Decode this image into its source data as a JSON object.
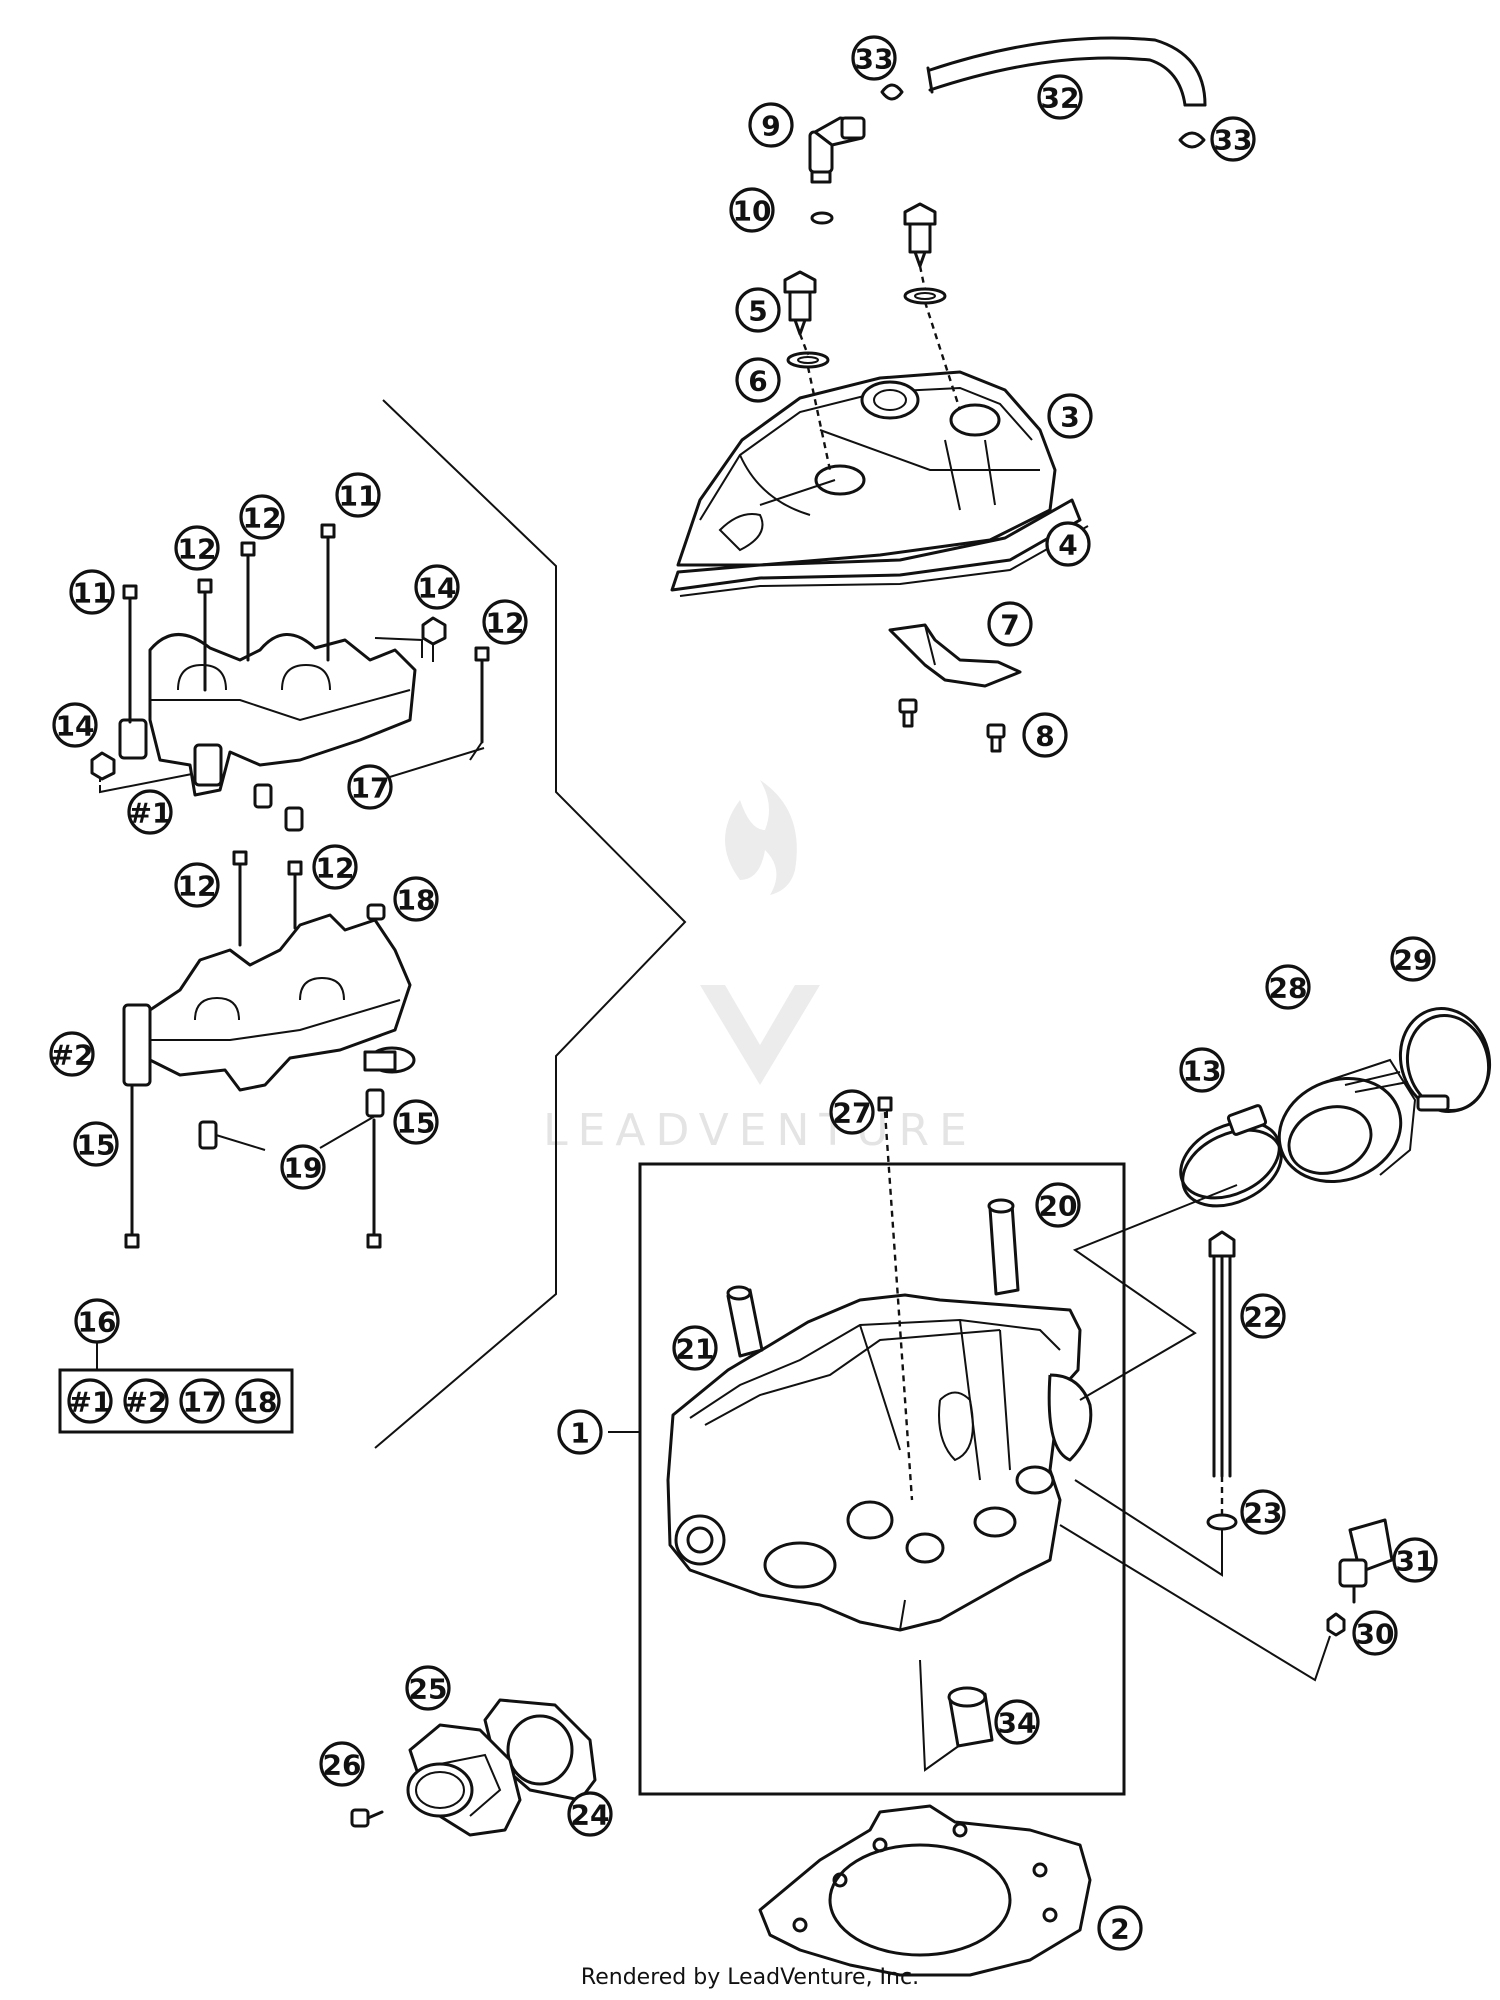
{
  "watermark": {
    "text": "LEADVENTURE"
  },
  "footer": {
    "text": "Rendered by LeadVenture, Inc."
  },
  "kit_box": {
    "number": "16",
    "contents": [
      "#1",
      "#2",
      "17",
      "18"
    ]
  },
  "callouts": [
    {
      "label": "1"
    },
    {
      "label": "2"
    },
    {
      "label": "3"
    },
    {
      "label": "4"
    },
    {
      "label": "5"
    },
    {
      "label": "6"
    },
    {
      "label": "7"
    },
    {
      "label": "8"
    },
    {
      "label": "9"
    },
    {
      "label": "10"
    },
    {
      "label": "11"
    },
    {
      "label": "11"
    },
    {
      "label": "12"
    },
    {
      "label": "12"
    },
    {
      "label": "12"
    },
    {
      "label": "12"
    },
    {
      "label": "12"
    },
    {
      "label": "13"
    },
    {
      "label": "14"
    },
    {
      "label": "14"
    },
    {
      "label": "15"
    },
    {
      "label": "15"
    },
    {
      "label": "17"
    },
    {
      "label": "18"
    },
    {
      "label": "19"
    },
    {
      "label": "20"
    },
    {
      "label": "21"
    },
    {
      "label": "22"
    },
    {
      "label": "23"
    },
    {
      "label": "24"
    },
    {
      "label": "25"
    },
    {
      "label": "26"
    },
    {
      "label": "27"
    },
    {
      "label": "28"
    },
    {
      "label": "29"
    },
    {
      "label": "30"
    },
    {
      "label": "31"
    },
    {
      "label": "32"
    },
    {
      "label": "33"
    },
    {
      "label": "33"
    },
    {
      "label": "34"
    },
    {
      "label": "#1"
    },
    {
      "label": "#2"
    }
  ]
}
